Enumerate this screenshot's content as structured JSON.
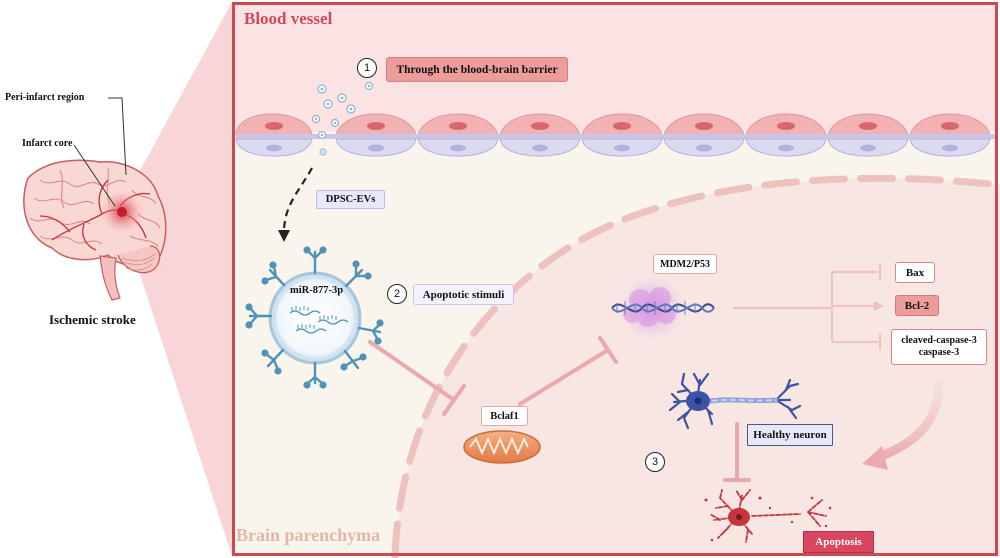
{
  "regions": {
    "blood_vessel": "Blood vessel",
    "brain_parenchyma": "Brain parenchyma"
  },
  "brain": {
    "peri_infarct_label": "Peri-infarct region",
    "infarct_core_label": "Infarct core",
    "caption": "Ischemic stroke"
  },
  "steps": {
    "step1_number": "1",
    "step1_label": "Through the blood-brain barrier",
    "step2_number": "2",
    "step2_label": "Apoptotic stimuli",
    "step3_number": "3"
  },
  "vesicle": {
    "source_label": "DPSC-EVs",
    "mirna_label": "miR-877-3p"
  },
  "targets": {
    "bclaf1": "Bclaf1",
    "mdm2_p53": "MDM2/P53",
    "bax": "Bax",
    "bcl2": "Bcl-2",
    "caspase_line1": "cleaved-caspase-3",
    "caspase_line2": "caspase-3"
  },
  "neurons": {
    "healthy_label": "Healthy neuron",
    "apoptosis_label": "Apoptosis"
  },
  "colors": {
    "frame": "#c94a50",
    "vessel_bg": "#fbe3e4",
    "parenchyma_bg": "#faf5ec",
    "inhibit_line": "#e9a9ad",
    "label_box_blue": "#e6e9f7"
  }
}
